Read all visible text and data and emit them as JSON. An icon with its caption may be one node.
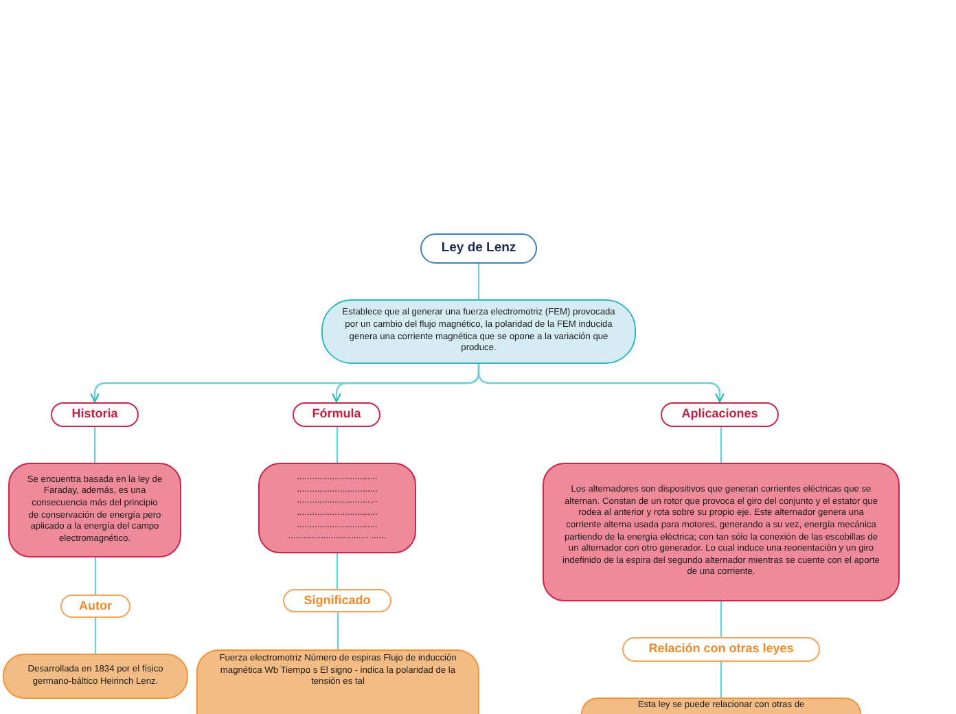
{
  "diagram": {
    "nodes": [
      {
        "text": [
          "Ley de Lenz"
        ]
      },
      {
        "text": [
          "Establece que al generar una fuerza electromotriz (FEM) provocada por un cambio del flujo magnético, la polaridad de la FEM inducida genera una corriente magnética que se opone a la variación que produce."
        ]
      },
      {
        "text": [
          "Historia"
        ]
      },
      {
        "text": [
          "Se encuentra basada en la ley de Faraday, además, es una consecuencia más del principio de conservación de energía pero aplicado a la energía del campo electromagnético."
        ]
      },
      {
        "text": [
          "Autor"
        ]
      },
      {
        "text": [
          "Desarrollada en 1834 por el físico germano-báltico Heirinch Lenz."
        ]
      },
      {
        "text": [
          "Fórmula"
        ]
      },
      {
        "text": [
          "................................ ................................ ................................ ................................ ................................ ................................ ......"
        ]
      },
      {
        "text": [
          "Significado"
        ]
      },
      {
        "text": [
          "Fuerza electromotriz Número de espiras Flujo de inducción magnética Wb Tiempo s El signo - indica la polaridad de la tensión es tal"
        ]
      },
      {
        "text": [
          "Aplicaciones"
        ]
      },
      {
        "text": [
          "Los alternadores son dispositivos que generan corrientes eléctricas que se alternan. Constan de un rotor que provoca el giro del conjunto y el estator que rodea al anterior y rota sobre su propio eje. Este alternador genera una corriente alterna usada para motores, generando a su vez, energía mecánica partiendo de la energía eléctrica; con tan sólo la conexión de las escobillas de un alternador con otro generador. Lo cual induce una reorientación y un giro indefinido de la espira del segundo alternador mientras se cuente con el aporte de una corriente."
        ]
      },
      {
        "text": [
          "Relación con otras leyes"
        ]
      },
      {
        "text": [
          "Esta ley se puede relacionar con otras de"
        ]
      }
    ],
    "edges": [
      {
        "from": 0,
        "to": 1,
        "arrow": "none"
      },
      {
        "from": 1,
        "to": 2,
        "arrow": "to"
      },
      {
        "from": 1,
        "to": 6,
        "arrow": "to"
      },
      {
        "from": 1,
        "to": 10,
        "arrow": "to"
      },
      {
        "from": 2,
        "to": 3,
        "arrow": "none"
      },
      {
        "from": 3,
        "to": 4,
        "arrow": "none"
      },
      {
        "from": 4,
        "to": 5,
        "arrow": "none"
      },
      {
        "from": 6,
        "to": 7,
        "arrow": "none"
      },
      {
        "from": 7,
        "to": 8,
        "arrow": "none"
      },
      {
        "from": 8,
        "to": 9,
        "arrow": "none"
      },
      {
        "from": 10,
        "to": 11,
        "arrow": "none"
      },
      {
        "from": 11,
        "to": 12,
        "arrow": "none"
      },
      {
        "from": 12,
        "to": 13,
        "arrow": "none"
      }
    ]
  }
}
